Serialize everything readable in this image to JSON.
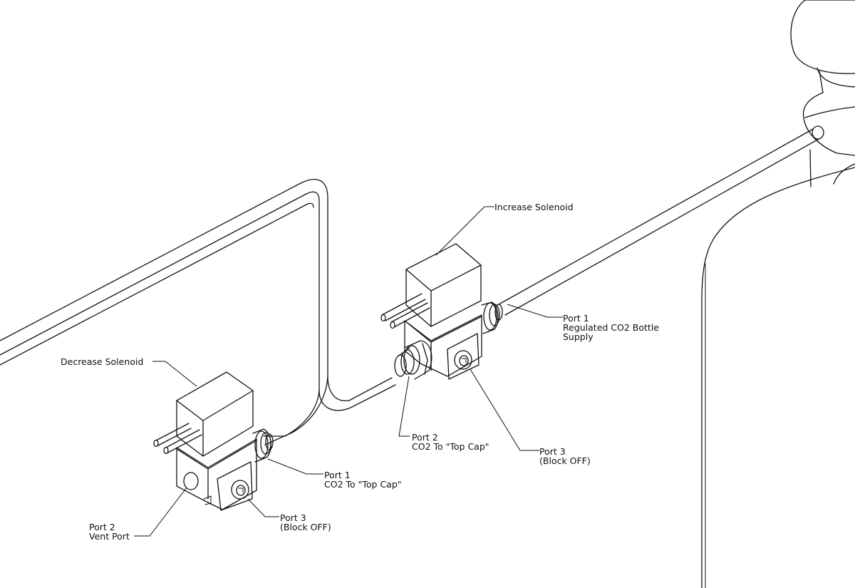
{
  "callouts": {
    "increase_solenoid": "Increase Solenoid",
    "decrease_solenoid": "Decrease Solenoid",
    "bottle_port1": {
      "line1": "Port 1",
      "line2": "Regulated CO2 Bottle",
      "line3": "Supply"
    },
    "inc_port2": {
      "line1": "Port 2",
      "line2": "CO2 To \"Top Cap\""
    },
    "inc_port3": {
      "line1": "Port 3",
      "line2": "(Block OFF)"
    },
    "dec_port1": {
      "line1": "Port 1",
      "line2": "CO2 To \"Top Cap\""
    },
    "dec_port2": {
      "line1": "Port 2",
      "line2": "Vent Port"
    },
    "dec_port3": {
      "line1": "Port 3",
      "line2": "(Block OFF)"
    }
  },
  "colors": {
    "line": "#111111",
    "background": "#ffffff"
  }
}
